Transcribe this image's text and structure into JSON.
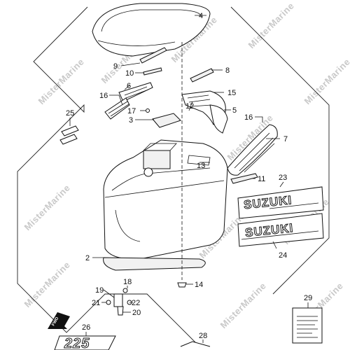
{
  "watermark": "MisterMarine",
  "callouts": [
    {
      "id": "c1",
      "label": "4"
    },
    {
      "id": "c2",
      "label": "9"
    },
    {
      "id": "c3",
      "label": "10"
    },
    {
      "id": "c4",
      "label": "8"
    },
    {
      "id": "c5",
      "label": "6"
    },
    {
      "id": "c6",
      "label": "15"
    },
    {
      "id": "c7",
      "label": "16"
    },
    {
      "id": "c8",
      "label": "12"
    },
    {
      "id": "c9",
      "label": "17"
    },
    {
      "id": "c10",
      "label": "5"
    },
    {
      "id": "c11",
      "label": "25"
    },
    {
      "id": "c12",
      "label": "3"
    },
    {
      "id": "c13",
      "label": "16"
    },
    {
      "id": "c14",
      "label": "7"
    },
    {
      "id": "c15",
      "label": "13"
    },
    {
      "id": "c16",
      "label": "23"
    },
    {
      "id": "c17",
      "label": "11"
    },
    {
      "id": "c18",
      "label": "24"
    },
    {
      "id": "c19",
      "label": "2"
    },
    {
      "id": "c20",
      "label": "14"
    },
    {
      "id": "c21",
      "label": "18"
    },
    {
      "id": "c22",
      "label": "19"
    },
    {
      "id": "c23",
      "label": "22"
    },
    {
      "id": "c24",
      "label": "21"
    },
    {
      "id": "c25",
      "label": "20"
    },
    {
      "id": "c26",
      "label": "29"
    },
    {
      "id": "c27",
      "label": "26"
    },
    {
      "id": "c28",
      "label": "28"
    }
  ],
  "decals": {
    "suzuki_upper": "SUZUKI",
    "suzuki_lower": "SUZUKI",
    "model_225": "225",
    "fwd": "FWD"
  }
}
